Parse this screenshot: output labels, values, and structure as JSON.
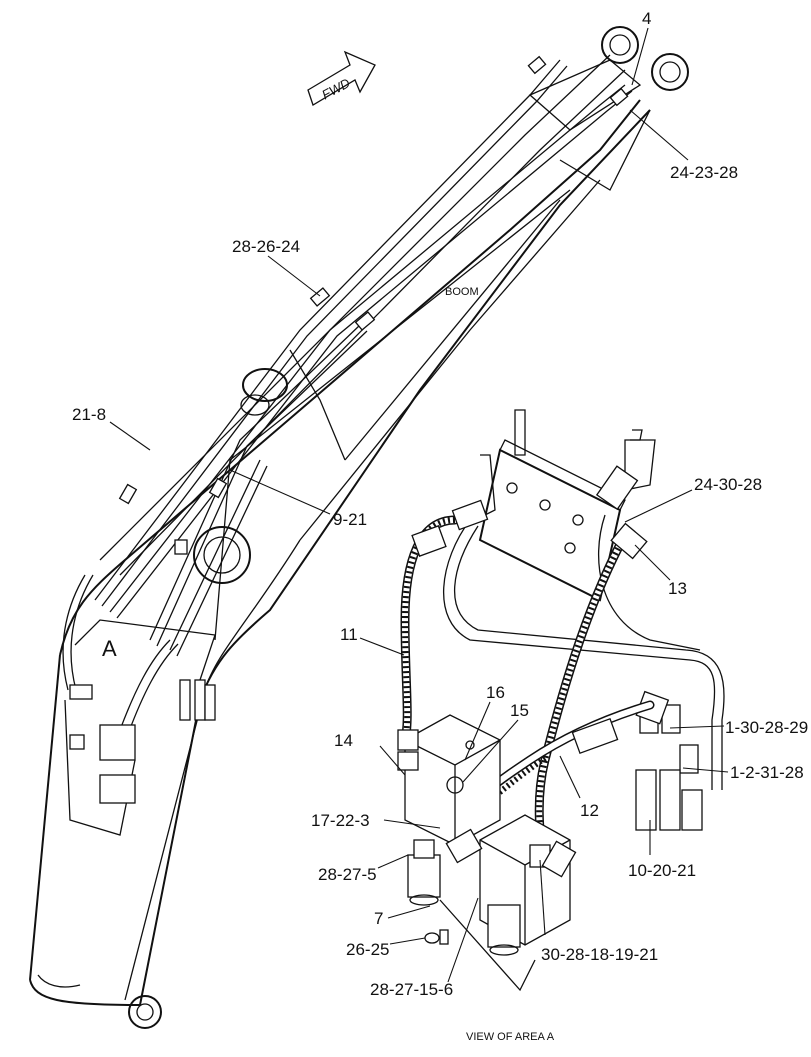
{
  "diagram": {
    "fwd_label": "FWD",
    "boom_label": "BOOM",
    "area_marker": "A",
    "view_caption": "VIEW OF AREA A",
    "callouts": {
      "c4": "4",
      "c24_23_28": "24-23-28",
      "c28_26_24": "28-26-24",
      "c21_8": "21-8",
      "c9_21": "9-21",
      "c24_30_28": "24-30-28",
      "c13": "13",
      "c11": "11",
      "c16": "16",
      "c15": "15",
      "c14": "14",
      "c1_30_28_29": "1-30-28-29",
      "c1_2_31_28": "1-2-31-28",
      "c17_22_3": "17-22-3",
      "c12": "12",
      "c28_27_5": "28-27-5",
      "c10_20_21": "10-20-21",
      "c7": "7",
      "c26_25": "26-25",
      "c30_28_18_19_21": "30-28-18-19-21",
      "c28_27_15_6": "28-27-15-6"
    }
  }
}
